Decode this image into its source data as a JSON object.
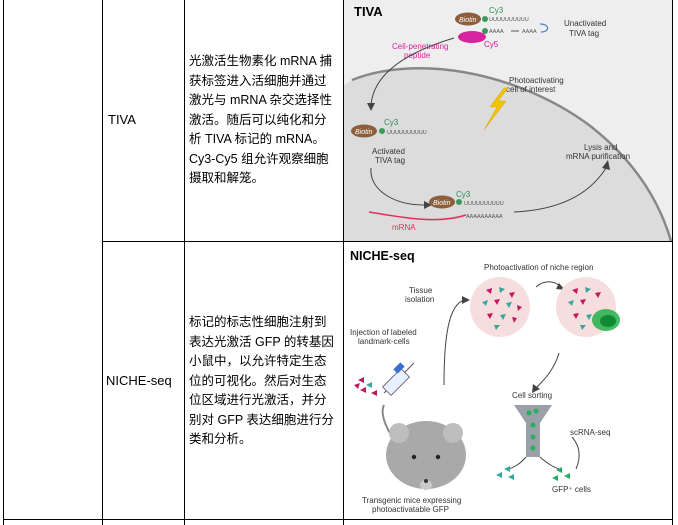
{
  "rows": [
    {
      "name": "TIVA",
      "description_lines": [
        "光激活生物素化 mRNA 捕",
        "获标签进入活细胞并通过",
        "激光与 mRNA 杂交选择性",
        "激活。随后可以纯化和分",
        "析 TIVA 标记的 mRNA。",
        "Cy3-Cy5 组允许观察细胞",
        "摄取和解笼。"
      ],
      "figure": {
        "title": "TIVA",
        "biotin": "Biotin",
        "cy3": "Cy3",
        "cy5": "Cy5",
        "uuu": "UUUUUUUUUU",
        "aaaa1": "AAAA",
        "aaaa2": "AAAA",
        "unactivated": [
          "Unactivated",
          "TIVA tag"
        ],
        "cpp": [
          "Cell-penetrating",
          "peptide"
        ],
        "photo_cell": [
          "Photoactivating",
          "cell of interest"
        ],
        "activated": [
          "Activated",
          "TIVA tag"
        ],
        "lysis": [
          "Lysis and",
          "mRNA purification"
        ],
        "mrna": "mRNA",
        "aaaaaaaaaa": "AAAAAAAAAA"
      }
    },
    {
      "name": "NICHE-seq",
      "description_lines": [
        "标记的标志性细胞注射到",
        "表达光激活 GFP 的转基因",
        "小鼠中，以允许特定生态",
        "位的可视化。然后对生态",
        "位区域进行光激活，并分",
        "别对 GFP 表达细胞进行分",
        "类和分析。"
      ],
      "figure": {
        "title": "NICHE-seq",
        "photo_region": "Photoactivation of niche region",
        "tissue": [
          "Tissue",
          "isolation"
        ],
        "injection": [
          "Injection of labeled",
          "landmark-cells"
        ],
        "sorting": "Cell sorting",
        "scrna": "scRNA-seq",
        "gfp_cells": "GFP⁺ cells",
        "transgenic": [
          "Transgenic mice expressing",
          "photoactivatable GFP"
        ]
      }
    }
  ]
}
